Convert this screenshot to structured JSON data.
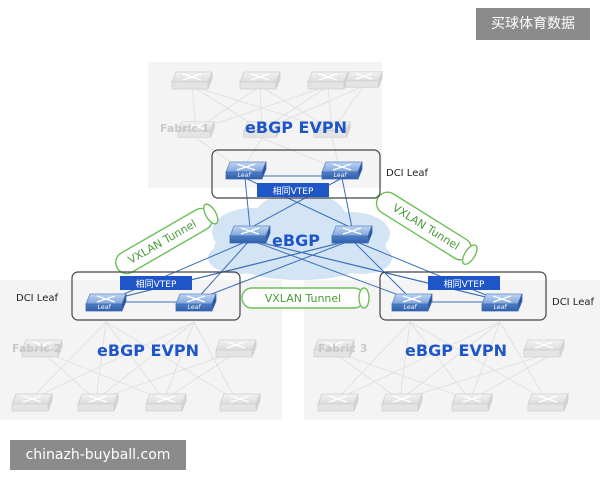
{
  "watermark_top": "买球体育数据",
  "watermark_bottom": "chinazh-buyball.com",
  "fabrics": {
    "f1": {
      "name": "Fabric 1",
      "protocol": "eBGP EVPN"
    },
    "f2": {
      "name": "Fabric 2",
      "protocol": "eBGP EVPN"
    },
    "f3": {
      "name": "Fabric 3",
      "protocol": "eBGP EVPN"
    }
  },
  "core_label": "eBGP",
  "dci_label": "DCI Leaf",
  "vtep_label": "相同VTEP",
  "tunnel_label": "VXLAN Tunnel",
  "leaf_label": "Leaf",
  "colors": {
    "brand_blue": "#1e56c8",
    "tunnel_green": "#6dbf5a",
    "cloud": "#d3e4f5"
  }
}
